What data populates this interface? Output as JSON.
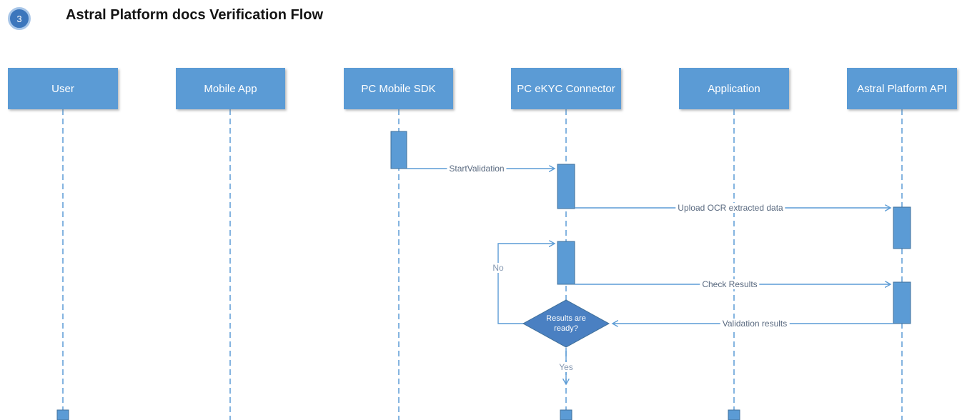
{
  "badge": {
    "number": "3"
  },
  "title": "Astral Platform docs Verification Flow",
  "actors": [
    {
      "label": "User"
    },
    {
      "label": "Mobile App"
    },
    {
      "label": "PC Mobile SDK"
    },
    {
      "label": "PC eKYC Connector"
    },
    {
      "label": "Application"
    },
    {
      "label": "Astral Platform API"
    }
  ],
  "messages": [
    {
      "label": "StartValidation",
      "from": "PC Mobile SDK",
      "to": "PC eKYC Connector"
    },
    {
      "label": "Upload OCR extracted data",
      "from": "PC eKYC Connector",
      "to": "Astral Platform API"
    },
    {
      "label": "Check Results",
      "from": "PC eKYC Connector",
      "to": "Astral Platform API"
    },
    {
      "label": "Validation results",
      "from": "Astral Platform API",
      "to": "PC eKYC Connector"
    }
  ],
  "decision": {
    "line1": "Results are",
    "line2": "ready?",
    "yes": "Yes",
    "no": "No"
  },
  "colors": {
    "actor_fill": "#5B9BD5",
    "line": "#5B9BD5",
    "decision_fill": "#4A80C2",
    "label_text": "#5A6A80"
  }
}
